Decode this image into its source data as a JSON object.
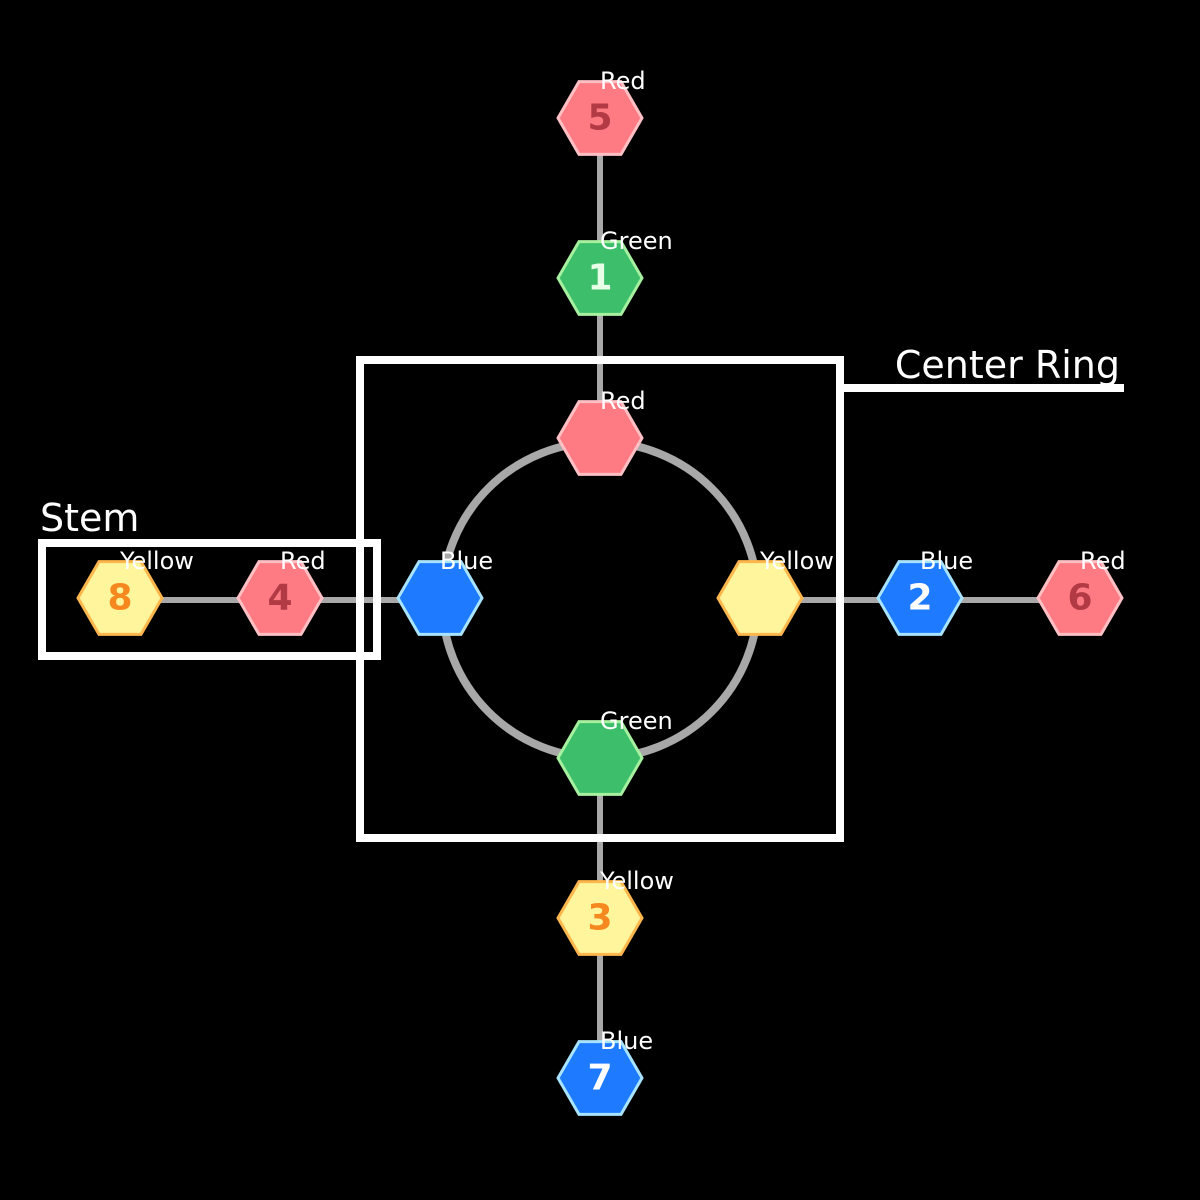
{
  "regions": {
    "center_ring": {
      "title": "Center Ring"
    },
    "stem": {
      "title": "Stem"
    }
  },
  "palette": {
    "Red": {
      "fill": "#FF7B84",
      "stroke": "#FFC0C4",
      "text": "#B23A44"
    },
    "Green": {
      "fill": "#3DBE6A",
      "stroke": "#A6F0A0",
      "text": "#E8FFE8"
    },
    "Yellow": {
      "fill": "#FFF59D",
      "stroke": "#FFB74D",
      "text": "#F5891F"
    },
    "Blue": {
      "fill": "#1E7BFF",
      "stroke": "#A8E4FF",
      "text": "#FFFFFF"
    }
  },
  "cells": {
    "ring_top": {
      "color": "Red",
      "number": ""
    },
    "ring_left": {
      "color": "Blue",
      "number": ""
    },
    "ring_right": {
      "color": "Yellow",
      "number": ""
    },
    "ring_bottom": {
      "color": "Green",
      "number": ""
    },
    "up_1": {
      "color": "Green",
      "number": "1"
    },
    "up_2": {
      "color": "Red",
      "number": "5"
    },
    "right_1": {
      "color": "Blue",
      "number": "2"
    },
    "right_2": {
      "color": "Red",
      "number": "6"
    },
    "down_1": {
      "color": "Yellow",
      "number": "3"
    },
    "down_2": {
      "color": "Blue",
      "number": "7"
    },
    "left_1": {
      "color": "Red",
      "number": "4"
    },
    "left_2": {
      "color": "Yellow",
      "number": "8"
    }
  }
}
